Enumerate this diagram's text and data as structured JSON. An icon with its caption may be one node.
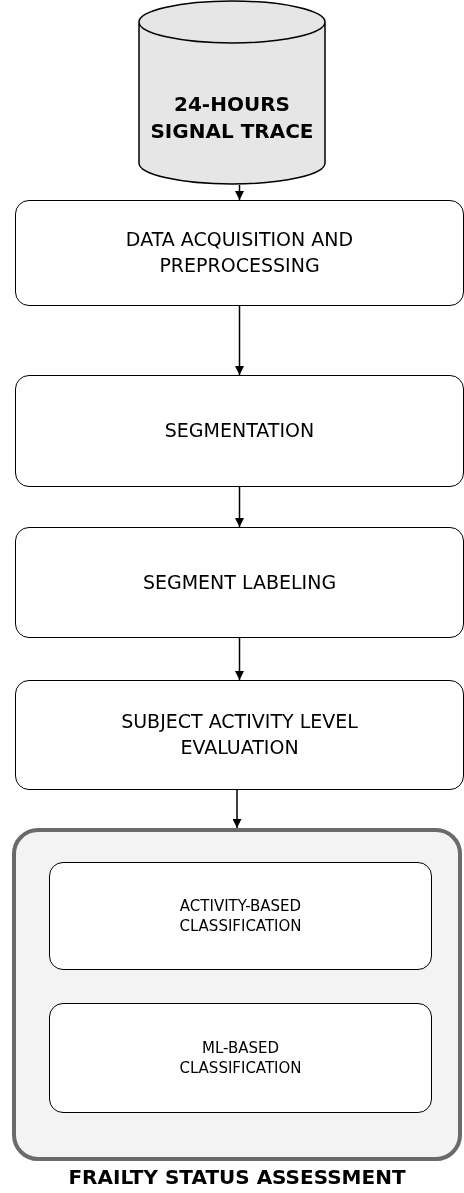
{
  "diagram": {
    "nodes": [
      {
        "text": [
          "24-HOURS SIGNAL TRACE"
        ]
      },
      {
        "text": [
          "DATA ACQUISITION AND PREPROCESSING"
        ]
      },
      {
        "text": [
          "SEGMENTATION"
        ]
      },
      {
        "text": [
          "SEGMENT LABELING"
        ]
      },
      {
        "text": [
          "SUBJECT ACTIVITY LEVEL EVALUATION"
        ]
      },
      {
        "text": [
          "FRAILTY STATUS ASSESSMENT"
        ]
      },
      {
        "text": [
          "ACTIVITY-BASED CLASSIFICATION"
        ],
        "in": 5
      },
      {
        "text": [
          "ML-BASED CLASSIFICATION"
        ],
        "in": 5
      }
    ],
    "edges": [
      {
        "from": 0,
        "to": 1,
        "arrow": "to"
      },
      {
        "from": 1,
        "to": 2,
        "arrow": "to"
      },
      {
        "from": 2,
        "to": 3,
        "arrow": "to"
      },
      {
        "from": 3,
        "to": 4,
        "arrow": "to"
      },
      {
        "from": 4,
        "to": 5,
        "arrow": "to"
      }
    ]
  }
}
